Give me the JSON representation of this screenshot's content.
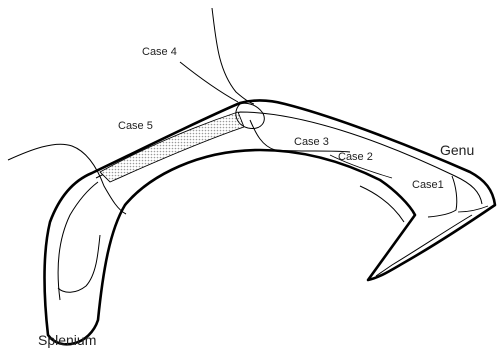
{
  "colors": {
    "outline": "#000000",
    "shading": "#bdbdbd",
    "background": "#ffffff"
  },
  "labels": {
    "case1": "Case1",
    "case2": "Case 2",
    "case3": "Case 3",
    "case4": "Case 4",
    "case5": "Case 5",
    "genu": "Genu",
    "splenium": "Splenium"
  }
}
